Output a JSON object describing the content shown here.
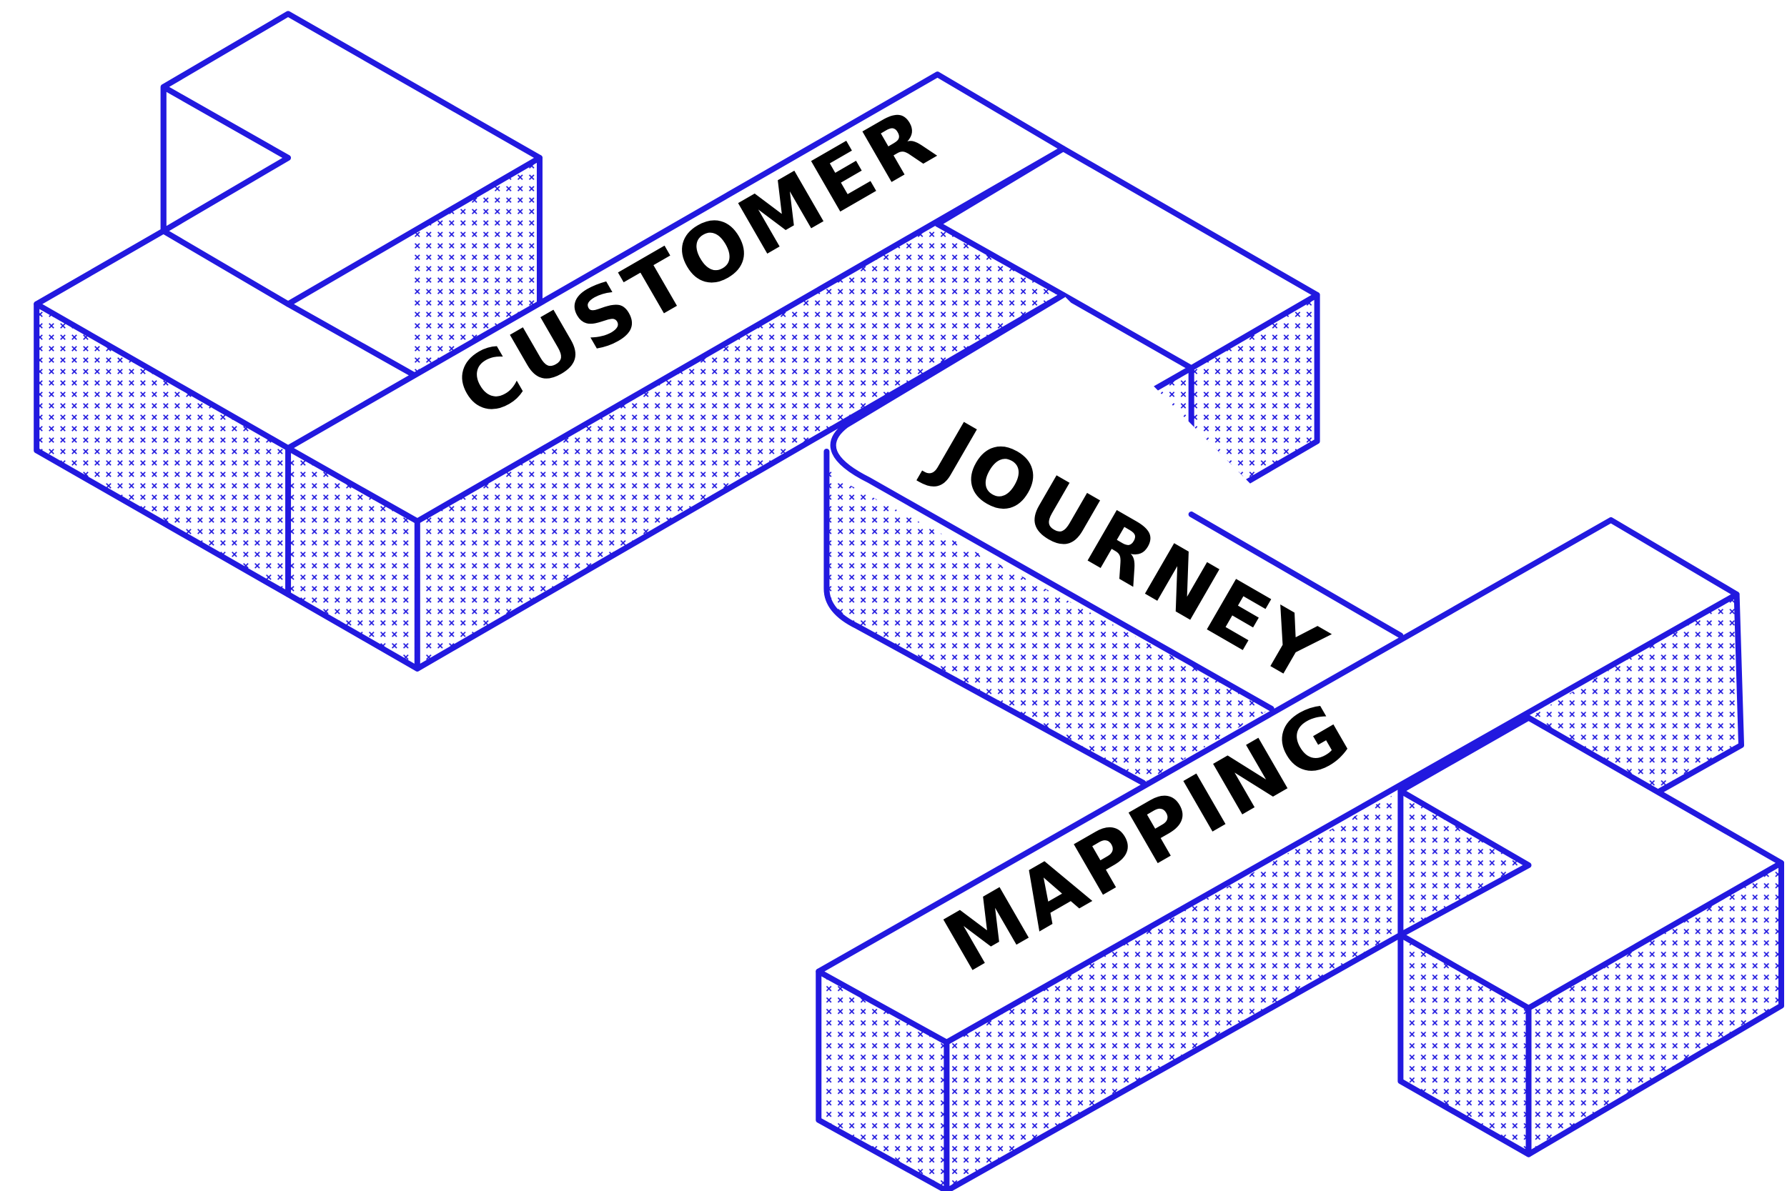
{
  "words": {
    "customer": "CUSTOMER",
    "journey": "JOURNEY",
    "mapping": "MAPPING"
  },
  "colors": {
    "stroke": "#2219df",
    "pattern": "#2219df",
    "text": "#000000",
    "background": "#ffffff"
  }
}
